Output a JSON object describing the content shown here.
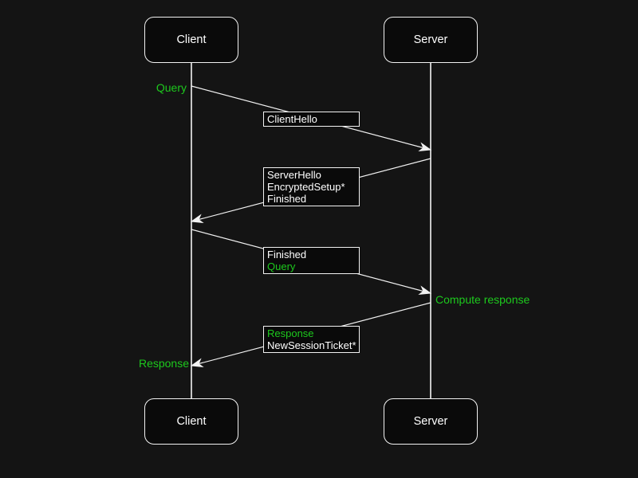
{
  "colors": {
    "background": "#141414",
    "box_fill": "#0a0a0a",
    "line": "#f2f2f2",
    "text": "#ffffff",
    "green": "#1dc91d"
  },
  "actors": {
    "top": [
      "Client",
      "Server"
    ],
    "bottom": [
      "Client",
      "Server"
    ]
  },
  "annotations": {
    "query": "Query",
    "compute_response": "Compute response",
    "response": "Response"
  },
  "messages": {
    "m1": {
      "lines": [
        "ClientHello"
      ]
    },
    "m2": {
      "lines": [
        "ServerHello",
        "EncryptedSetup*",
        "Finished"
      ]
    },
    "m3": {
      "lines": [
        "Finished",
        "Query"
      ]
    },
    "m4": {
      "lines": [
        "Response",
        "NewSessionTicket*"
      ]
    }
  }
}
